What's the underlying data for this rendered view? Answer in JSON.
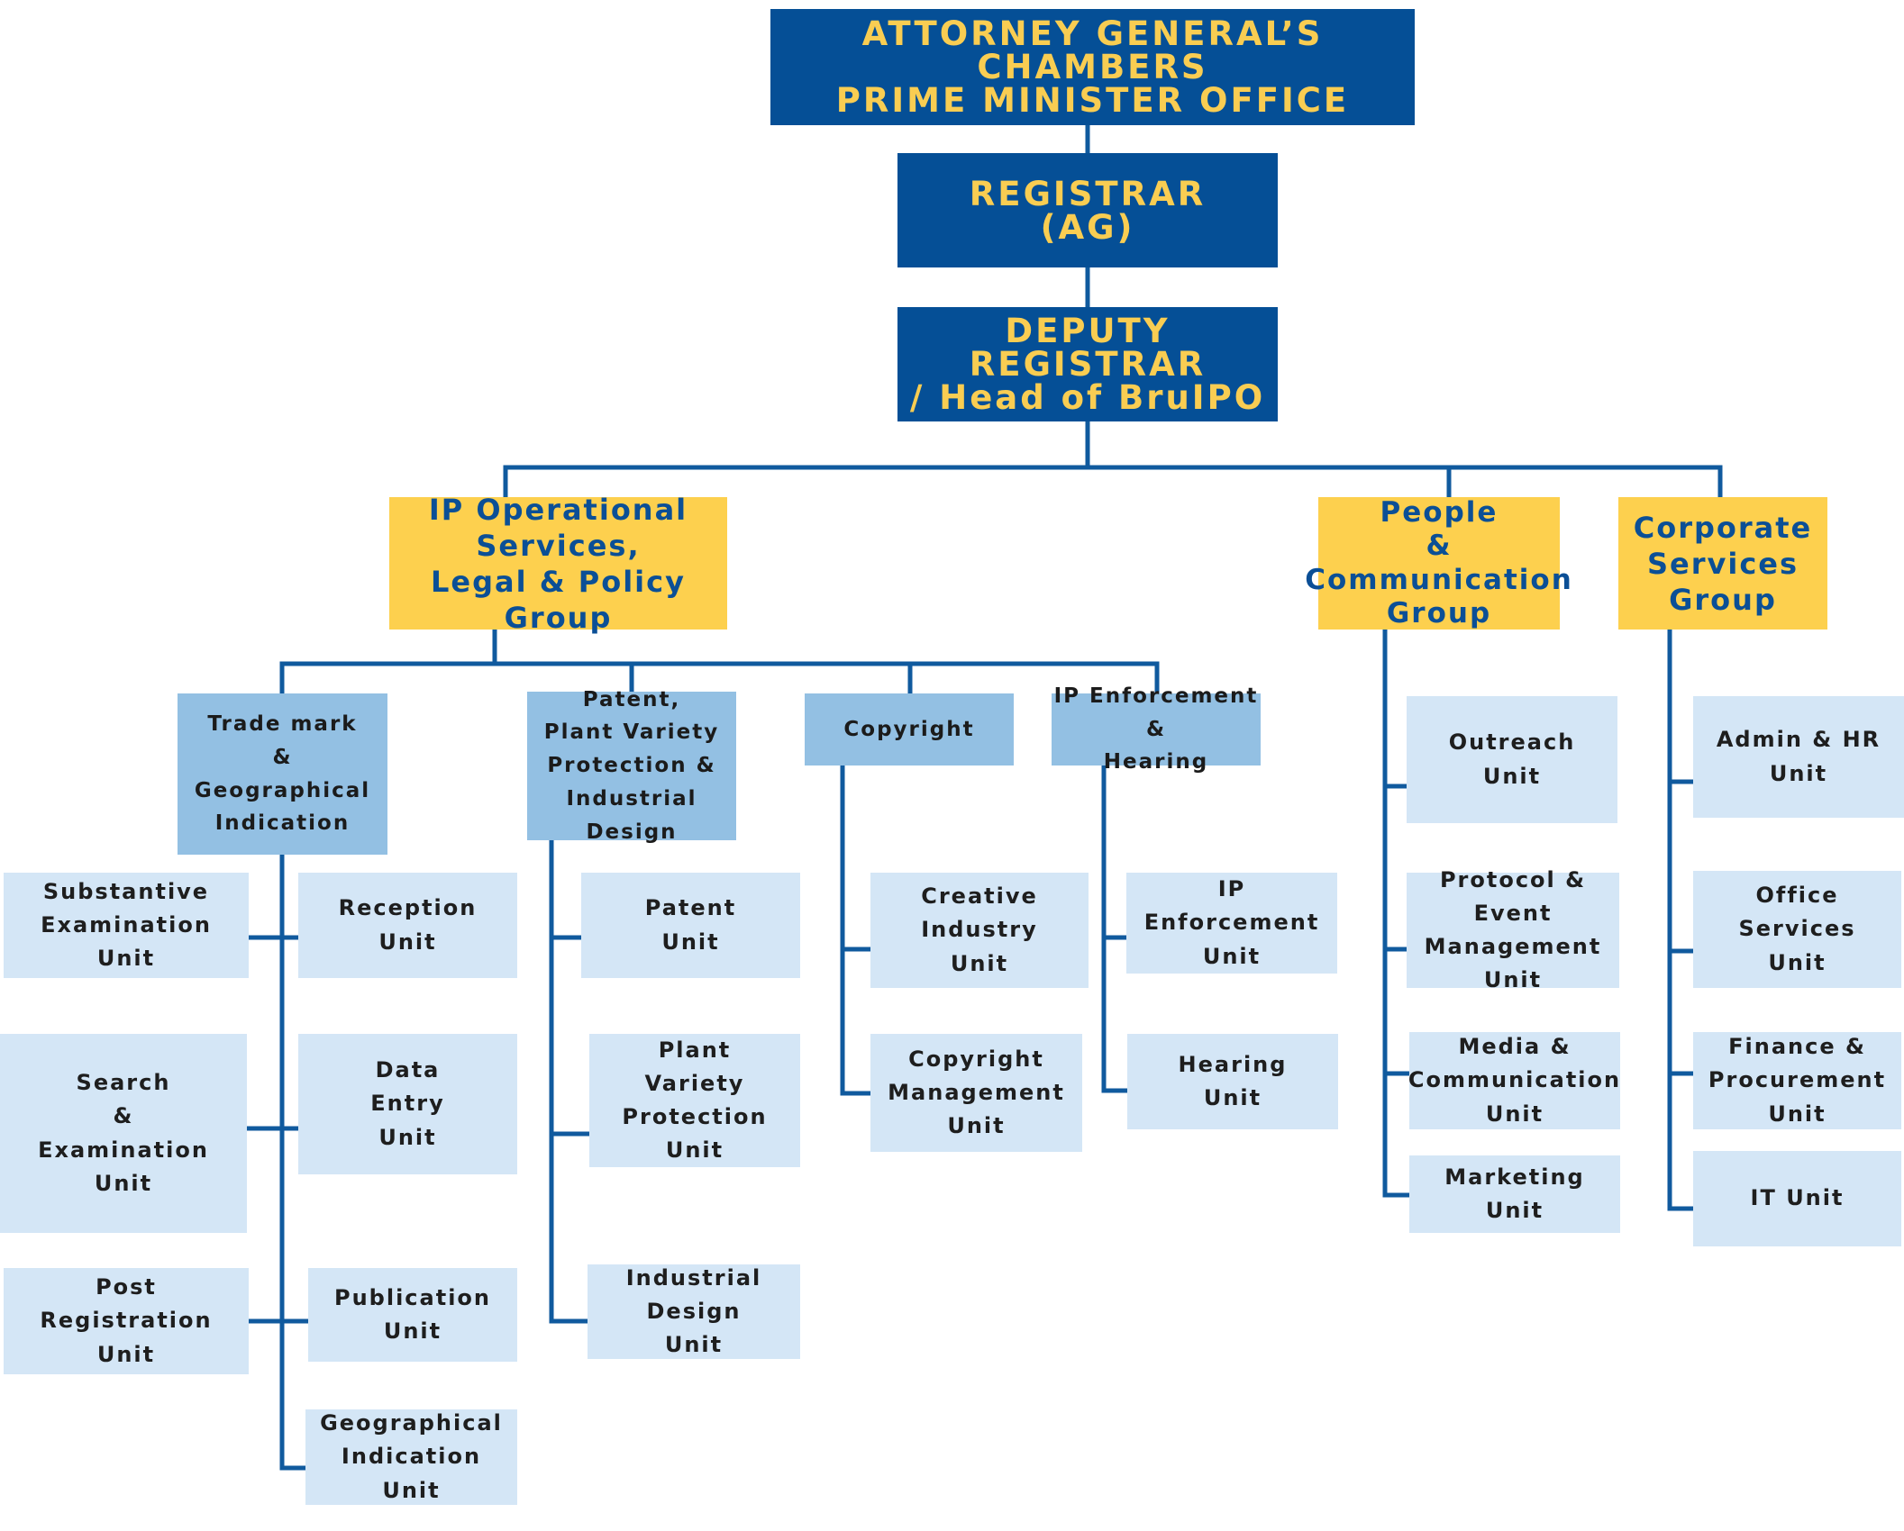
{
  "colors": {
    "connector": "#105a9e",
    "top_fill": "#054f96",
    "top_text": "#f9cd52",
    "group_fill": "#fdd04e",
    "group_text": "#0b4f96",
    "section_fill": "#93c0e3",
    "unit_fill": "#d4e6f6"
  },
  "top": {
    "agc": "ATTORNEY GENERAL’S CHAMBERS\nPRIME MINISTER OFFICE",
    "registrar": "REGISTRAR\n(AG)",
    "deputy": "DEPUTY REGISTRAR\n/ Head of BruIPO"
  },
  "groups": {
    "ipos": "IP Operational\nServices,\nLegal & Policy Group",
    "people": "People\n&\nCommunication\nGroup",
    "corporate": "Corporate\nServices\nGroup"
  },
  "sections": {
    "trademark": "Trade mark\n&\nGeographical\nIndication",
    "patent": "Patent,\nPlant Variety\nProtection &\nIndustrial Design",
    "copyright": "Copyright",
    "enforcement": "IP Enforcement &\nHearing"
  },
  "units": {
    "substantive": "Substantive\nExamination\nUnit",
    "reception": "Reception\nUnit",
    "search": "Search\n&\nExamination\nUnit",
    "data_entry": "Data\nEntry\nUnit",
    "post_registration": "Post\nRegistration\nUnit",
    "publication": "Publication\nUnit",
    "gi_unit": "Geographical\nIndication\nUnit",
    "patent_unit": "Patent\nUnit",
    "pvp_unit": "Plant\nVariety\nProtection\nUnit",
    "id_unit": "Industrial\nDesign\nUnit",
    "creative": "Creative\nIndustry\nUnit",
    "copyright_mgmt": "Copyright\nManagement\nUnit",
    "ip_enforcement_unit": "IP\nEnforcement\nUnit",
    "hearing_unit": "Hearing\nUnit",
    "outreach": "Outreach\nUnit",
    "protocol": "Protocol & Event\nManagement\nUnit",
    "media": "Media &\nCommunication\nUnit",
    "marketing": "Marketing\nUnit",
    "admin_hr": "Admin & HR\nUnit",
    "office_services": "Office\nServices\nUnit",
    "finance": "Finance &\nProcurement\nUnit",
    "it_unit": "IT Unit"
  }
}
